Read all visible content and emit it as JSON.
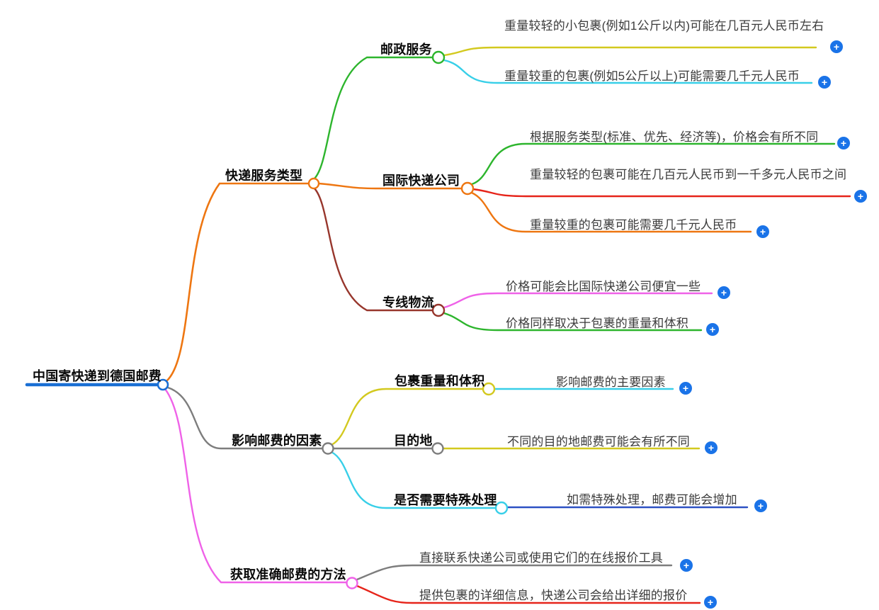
{
  "colors": {
    "root_line": "#1a6fd4",
    "orange": "#ee7611",
    "green": "#2db52d",
    "yellow": "#d3c91f",
    "cyan": "#38cfe8",
    "red": "#e6241a",
    "dark_red": "#97362c",
    "magenta": "#ef62e8",
    "gray": "#7d7d7d",
    "blue": "#2d51c4",
    "expand_icon": "#1a73e8",
    "node_fill": "#ffffff"
  },
  "icons": {
    "expand": "+"
  },
  "mindmap": {
    "root": {
      "label": "中国寄快递到德国邮费"
    },
    "branches": [
      {
        "label": "快递服务类型",
        "children": [
          {
            "label": "邮政服务",
            "leaves": [
              "重量较轻的小包裹(例如1公斤以内)可能在几百元人民币左右",
              "重量较重的包裹(例如5公斤以上)可能需要几千元人民币"
            ]
          },
          {
            "label": "国际快递公司",
            "leaves": [
              "根据服务类型(标准、优先、经济等)，价格会有所不同",
              "重量较轻的包裹可能在几百元人民币到一千多元人民币之间",
              "重量较重的包裹可能需要几千元人民币"
            ]
          },
          {
            "label": "专线物流",
            "leaves": [
              "价格可能会比国际快递公司便宜一些",
              "价格同样取决于包裹的重量和体积"
            ]
          }
        ]
      },
      {
        "label": "影响邮费的因素",
        "children": [
          {
            "label": "包裹重量和体积",
            "leaves": [
              "影响邮费的主要因素"
            ]
          },
          {
            "label": "目的地",
            "leaves": [
              "不同的目的地邮费可能会有所不同"
            ]
          },
          {
            "label": "是否需要特殊处理",
            "leaves": [
              "如需特殊处理，邮费可能会增加"
            ]
          }
        ]
      },
      {
        "label": "获取准确邮费的方法",
        "leaves": [
          "直接联系快递公司或使用它们的在线报价工具",
          "提供包裹的详细信息，快递公司会给出详细的报价"
        ]
      }
    ]
  }
}
